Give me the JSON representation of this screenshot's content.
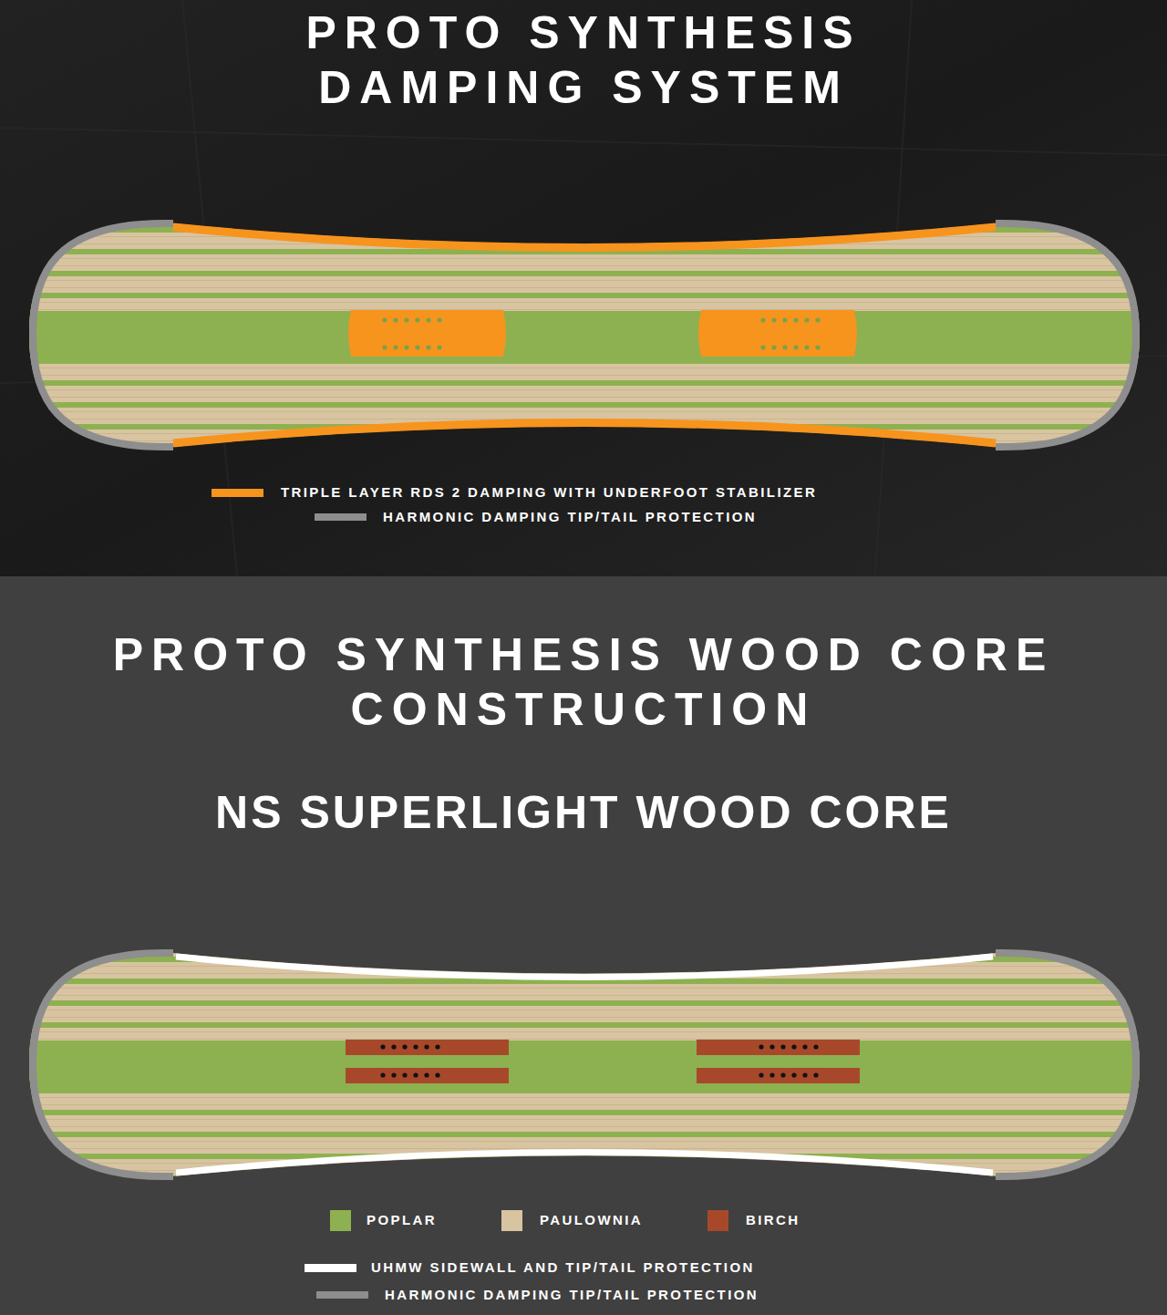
{
  "diagram": {
    "title": "PROTO SYNTHESIS DAMPING SYSTEM",
    "labels": [
      "PROTO SYNTHESIS WOOD CORE CONSTRUCTION",
      "NS SUPERLIGHT WOOD CORE"
    ],
    "legend": [
      {
        "text": "TRIPLE LAYER RDS 2 DAMPING WITH UNDERFOOT STABILIZER",
        "color": "#f7941d"
      },
      {
        "text": "HARMONIC DAMPING TIP/TAIL PROTECTION",
        "color": "#8e8e8e"
      },
      {
        "text": "POPLAR",
        "color": "#8db150"
      },
      {
        "text": "PAULOWNIA",
        "color": "#d8c4a0"
      },
      {
        "text": "BIRCH",
        "color": "#a8482a"
      },
      {
        "text": "UHMW SIDEWALL AND TIP/TAIL PROTECTION",
        "color": "#ffffff"
      },
      {
        "text": "HARMONIC DAMPING TIP/TAIL PROTECTION",
        "color": "#8e8e8e"
      }
    ]
  }
}
